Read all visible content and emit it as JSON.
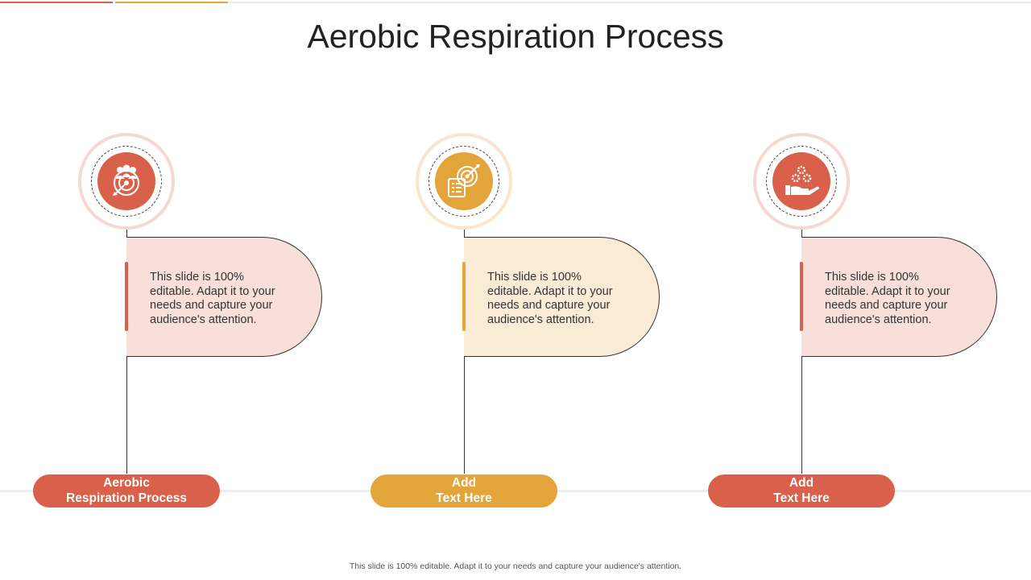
{
  "slide": {
    "title": "Aerobic Respiration Process",
    "footer": "This slide is 100% editable. Adapt it to your needs and capture your audience's attention."
  },
  "colors": {
    "red": "#d9604a",
    "gold": "#e3a53a",
    "red_light": "#f8dfda",
    "gold_light": "#faebd7"
  },
  "steps": [
    {
      "icon": "target-team-icon",
      "body": "This slide is 100% editable. Adapt it to your needs and capture your audience's attention.",
      "label_line1": "Aerobic",
      "label_line2": "Respiration Process"
    },
    {
      "icon": "target-checklist-icon",
      "body": "This slide is 100% editable. Adapt it to your needs and capture your audience's attention.",
      "label_line1": "Add",
      "label_line2": "Text Here"
    },
    {
      "icon": "hand-gears-icon",
      "body": "This slide is 100% editable. Adapt it to your needs and capture your audience's attention.",
      "label_line1": "Add",
      "label_line2": "Text Here"
    }
  ]
}
